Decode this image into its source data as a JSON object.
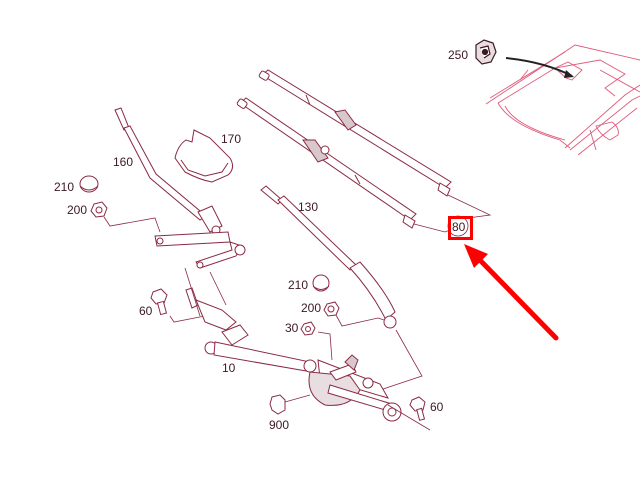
{
  "diagram": {
    "title": "Windshield wiper system exploded parts diagram",
    "line_color": "#8a2a45",
    "car_line_color": "#e05a7a",
    "highlight_color": "#ff0000",
    "highlighted_part": "80"
  },
  "parts": [
    {
      "id": "p250",
      "number": "250",
      "desc": "rain/light sensor"
    },
    {
      "id": "p170",
      "number": "170",
      "desc": "cover"
    },
    {
      "id": "p160",
      "number": "160",
      "desc": "wiper arm left"
    },
    {
      "id": "p210a",
      "number": "210",
      "desc": "cap"
    },
    {
      "id": "p200a",
      "number": "200",
      "desc": "nut"
    },
    {
      "id": "p130",
      "number": "130",
      "desc": "wiper arm right"
    },
    {
      "id": "p80",
      "number": "80",
      "desc": "wiper blade set"
    },
    {
      "id": "p210b",
      "number": "210",
      "desc": "cap"
    },
    {
      "id": "p200b",
      "number": "200",
      "desc": "nut"
    },
    {
      "id": "p30",
      "number": "30",
      "desc": "nut"
    },
    {
      "id": "p60a",
      "number": "60",
      "desc": "bolt"
    },
    {
      "id": "p10",
      "number": "10",
      "desc": "wiper linkage with motor"
    },
    {
      "id": "p60b",
      "number": "60",
      "desc": "bolt"
    },
    {
      "id": "p900",
      "number": "900",
      "desc": "connector"
    }
  ],
  "labels": {
    "l250": "250",
    "l170": "170",
    "l160": "160",
    "l210a": "210",
    "l200a": "200",
    "l130": "130",
    "l80": "80",
    "l210b": "210",
    "l200b": "200",
    "l30": "30",
    "l60a": "60",
    "l10": "10",
    "l60b": "60",
    "l900": "900"
  }
}
